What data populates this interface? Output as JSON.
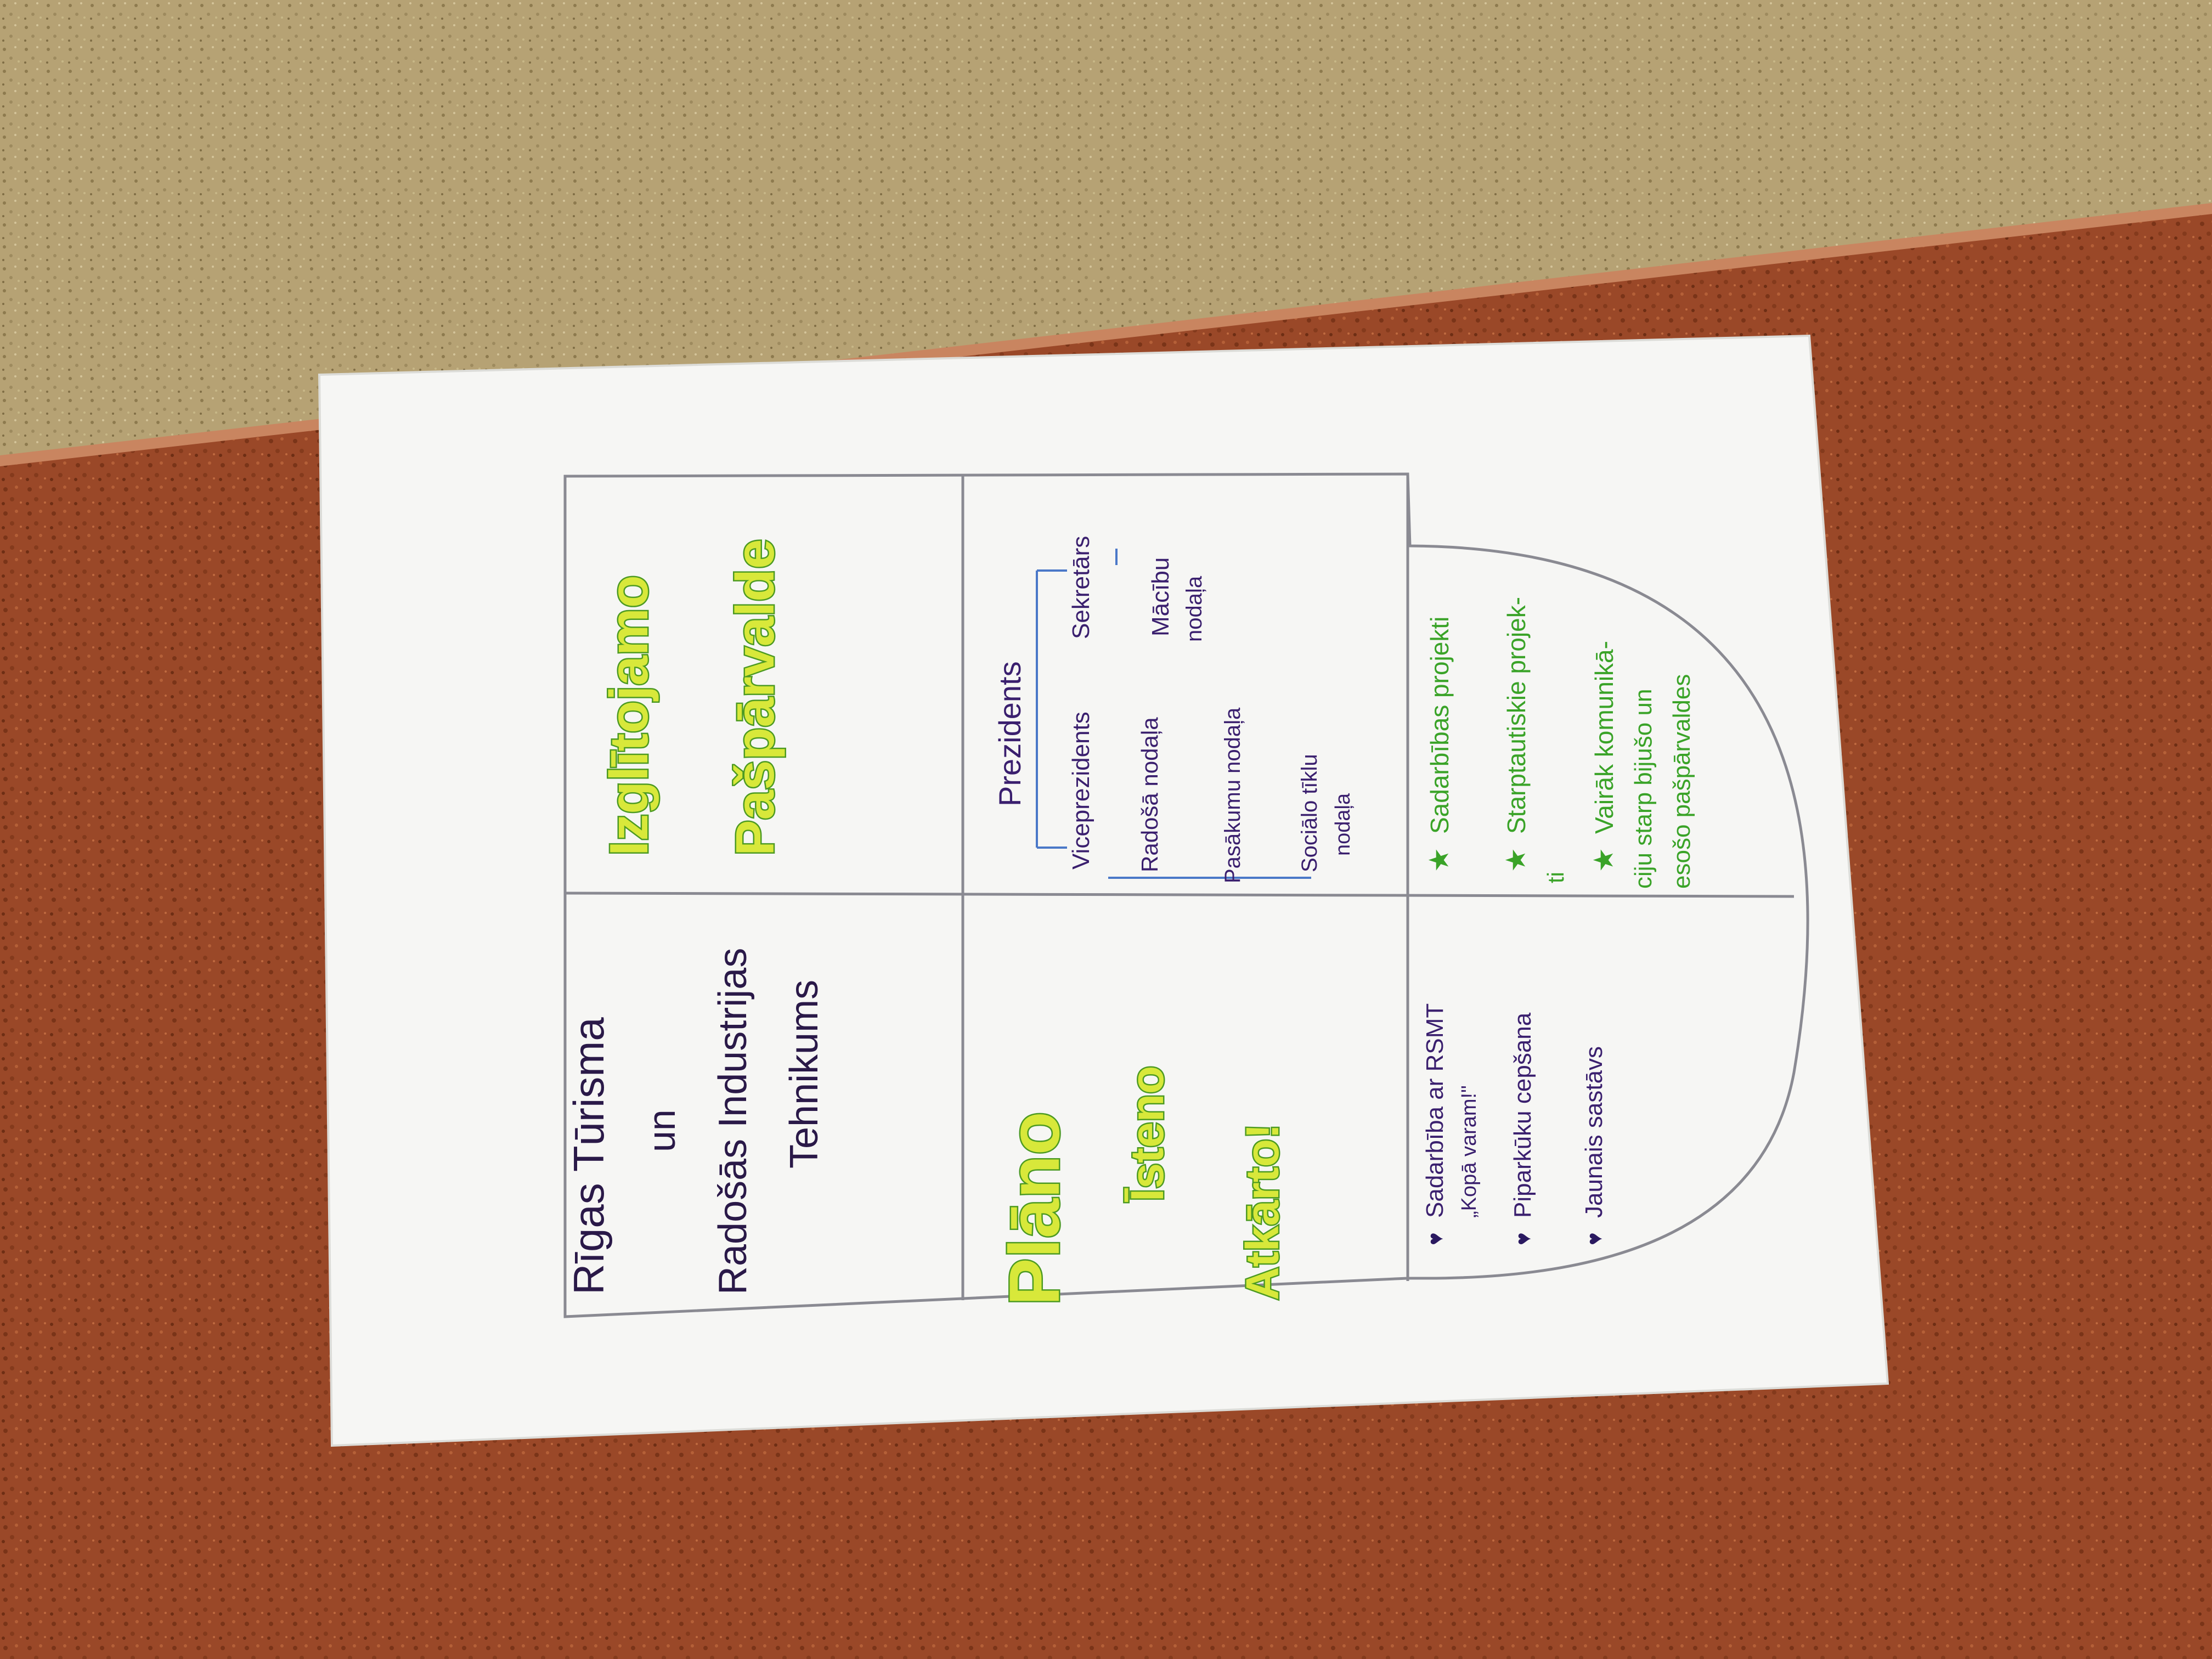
{
  "poster": {
    "school": {
      "line1": "Rīgas Tūrisma",
      "line2": "un",
      "line3": "Radošās Industrijas",
      "line4": "Tehnikums"
    },
    "title": {
      "line1": "Izglītojamo",
      "line2": "Pašpārvalde"
    },
    "structure": {
      "president": "Prezidents",
      "vice_president": "Viceprezidents",
      "secretary": "Sekretārs",
      "creative_dept": "Radošā nodaļa",
      "study_dept_l1": "Mācību",
      "study_dept_l2": "nodaļa",
      "events_dept": "Pasākumu nodaļa",
      "social_dept_l1": "Sociālo tīklu",
      "social_dept_l2": "nodaļa"
    },
    "slogan": {
      "plan": "Plāno",
      "implement": "Īsteno",
      "repeat": "Atkārto!"
    },
    "achievements": [
      {
        "l1": "Sadarbība ar RSMT",
        "l2": "„Kopā varam!\""
      },
      {
        "l1": "Piparkūku cepšana",
        "l2": ""
      },
      {
        "l1": "Jaunais sastāvs",
        "l2": ""
      }
    ],
    "goals": [
      {
        "l1": "Sadarbības projekti",
        "l2": ""
      },
      {
        "l1": "Starptautiskie projek-",
        "l2": "ti"
      },
      {
        "l1": "Vairāk komunikā-",
        "l2": "ciju starp bijušo un",
        "l3": "esošo pašpārvaldes"
      }
    ]
  },
  "colors": {
    "floor": "#b4a070",
    "table": "#9b4a2a",
    "paper": "#f6f6f4",
    "ink_purple": "#3a1f6e",
    "ink_green": "#3aa328",
    "highlight_yellow": "#d8e83a",
    "grid_line": "#8a8a92"
  }
}
